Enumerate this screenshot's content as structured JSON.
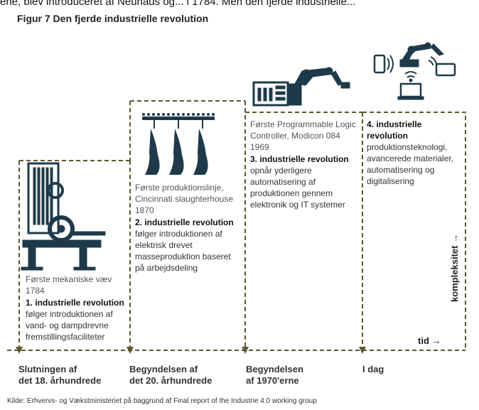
{
  "top_fragment": "ene, blev introduceret af Neuhaus og... i 1784. Men den fjerde industrielle...",
  "figure": {
    "title": "Figur 7 Den fjerde industrielle revolution",
    "stages": [
      {
        "caption": [
          "Første mekaniske væv",
          "1784"
        ],
        "revolution": "1. industrielle revolution",
        "description": [
          "følger introduktionen af",
          "vand- og dampdrevne",
          "fremstillingsfaciliteter"
        ],
        "period": [
          "Slutningen af",
          "det 18. århundrede"
        ]
      },
      {
        "caption": [
          "Første produktionslinje,",
          "Cincinnati slaughterhouse",
          "1870"
        ],
        "revolution": "2. industrielle revolution",
        "description": [
          "følger introduktionen af",
          "elektrisk drevet",
          "masseproduktion baseret",
          "på arbejdsdeling"
        ],
        "period": [
          "Begyndelsen af",
          "det 20. århundrede"
        ]
      },
      {
        "caption": [
          "Første Programmable Logic",
          "Controller, Modicon 084",
          "1969"
        ],
        "revolution": "3. industrielle revolution",
        "description": [
          "opnår yderligere",
          "automatisering af",
          "produktionen gennem",
          "elektronik og IT systemer"
        ],
        "period": [
          "Begyndelsen",
          "af 1970'erne"
        ]
      },
      {
        "caption": [],
        "revolution": "4. industrielle revolution",
        "description": [
          "produktionsteknologi,",
          "avancerede materialer,",
          "automatisering og",
          "digitalisering"
        ],
        "period": [
          "I dag"
        ]
      }
    ],
    "axis_x_label": "tid →",
    "axis_y_label": "kompleksitet →",
    "line_color": "#5c5632",
    "icon_color": "#1e3a4a",
    "source": "Kilde: Erhvervs- og Vækstministeriet på baggrund af Final report of the Industrie 4.0 working group"
  }
}
